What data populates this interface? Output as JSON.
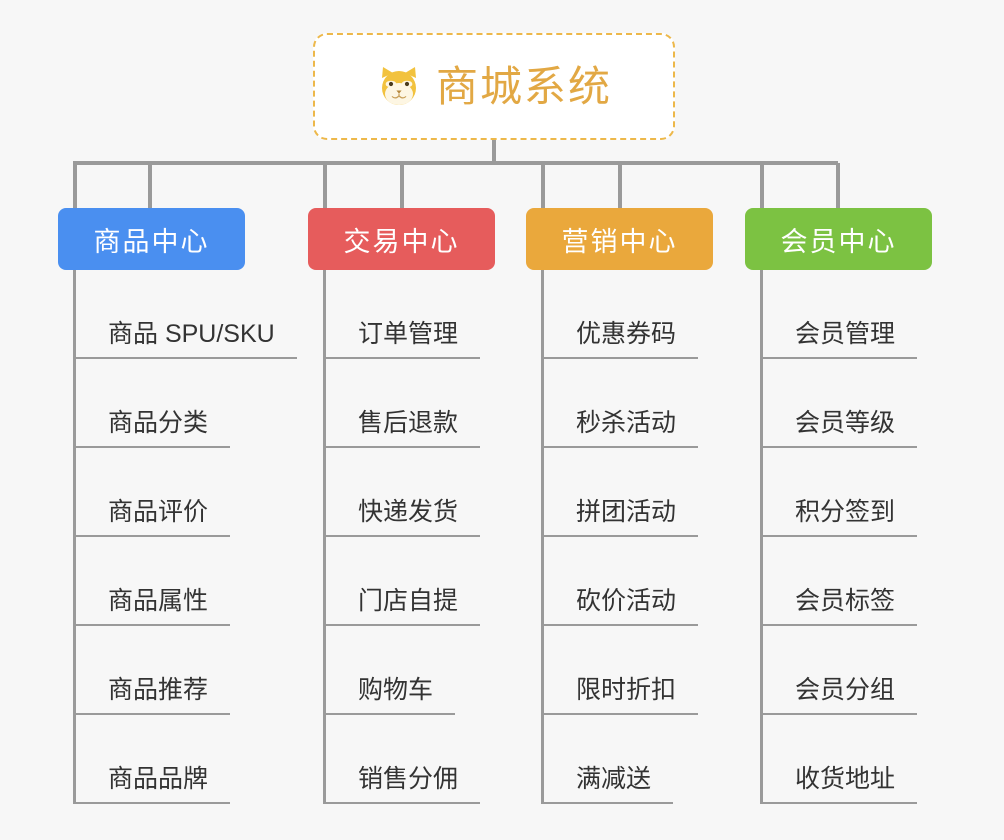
{
  "root": {
    "title": "商城系统",
    "icon": "shiba-dog-face-icon",
    "border_color": "#edb84a",
    "text_color": "#e2a844",
    "background": "#ffffff"
  },
  "canvas": {
    "background": "#f7f7f7",
    "connector_color": "#9a9a9a"
  },
  "branches": [
    {
      "label": "商品中心",
      "color": "#4a8ff0",
      "items": [
        "商品 SPU/SKU",
        "商品分类",
        "商品评价",
        "商品属性",
        "商品推荐",
        "商品品牌"
      ]
    },
    {
      "label": "交易中心",
      "color": "#e65c5c",
      "items": [
        "订单管理",
        "售后退款",
        "快递发货",
        "门店自提",
        "购物车",
        "销售分佣"
      ]
    },
    {
      "label": "营销中心",
      "color": "#eaa83c",
      "items": [
        "优惠券码",
        "秒杀活动",
        "拼团活动",
        "砍价活动",
        "限时折扣",
        "满减送"
      ]
    },
    {
      "label": "会员中心",
      "color": "#7cc242",
      "items": [
        "会员管理",
        "会员等级",
        "积分签到",
        "会员标签",
        "会员分组",
        "收货地址"
      ]
    }
  ]
}
